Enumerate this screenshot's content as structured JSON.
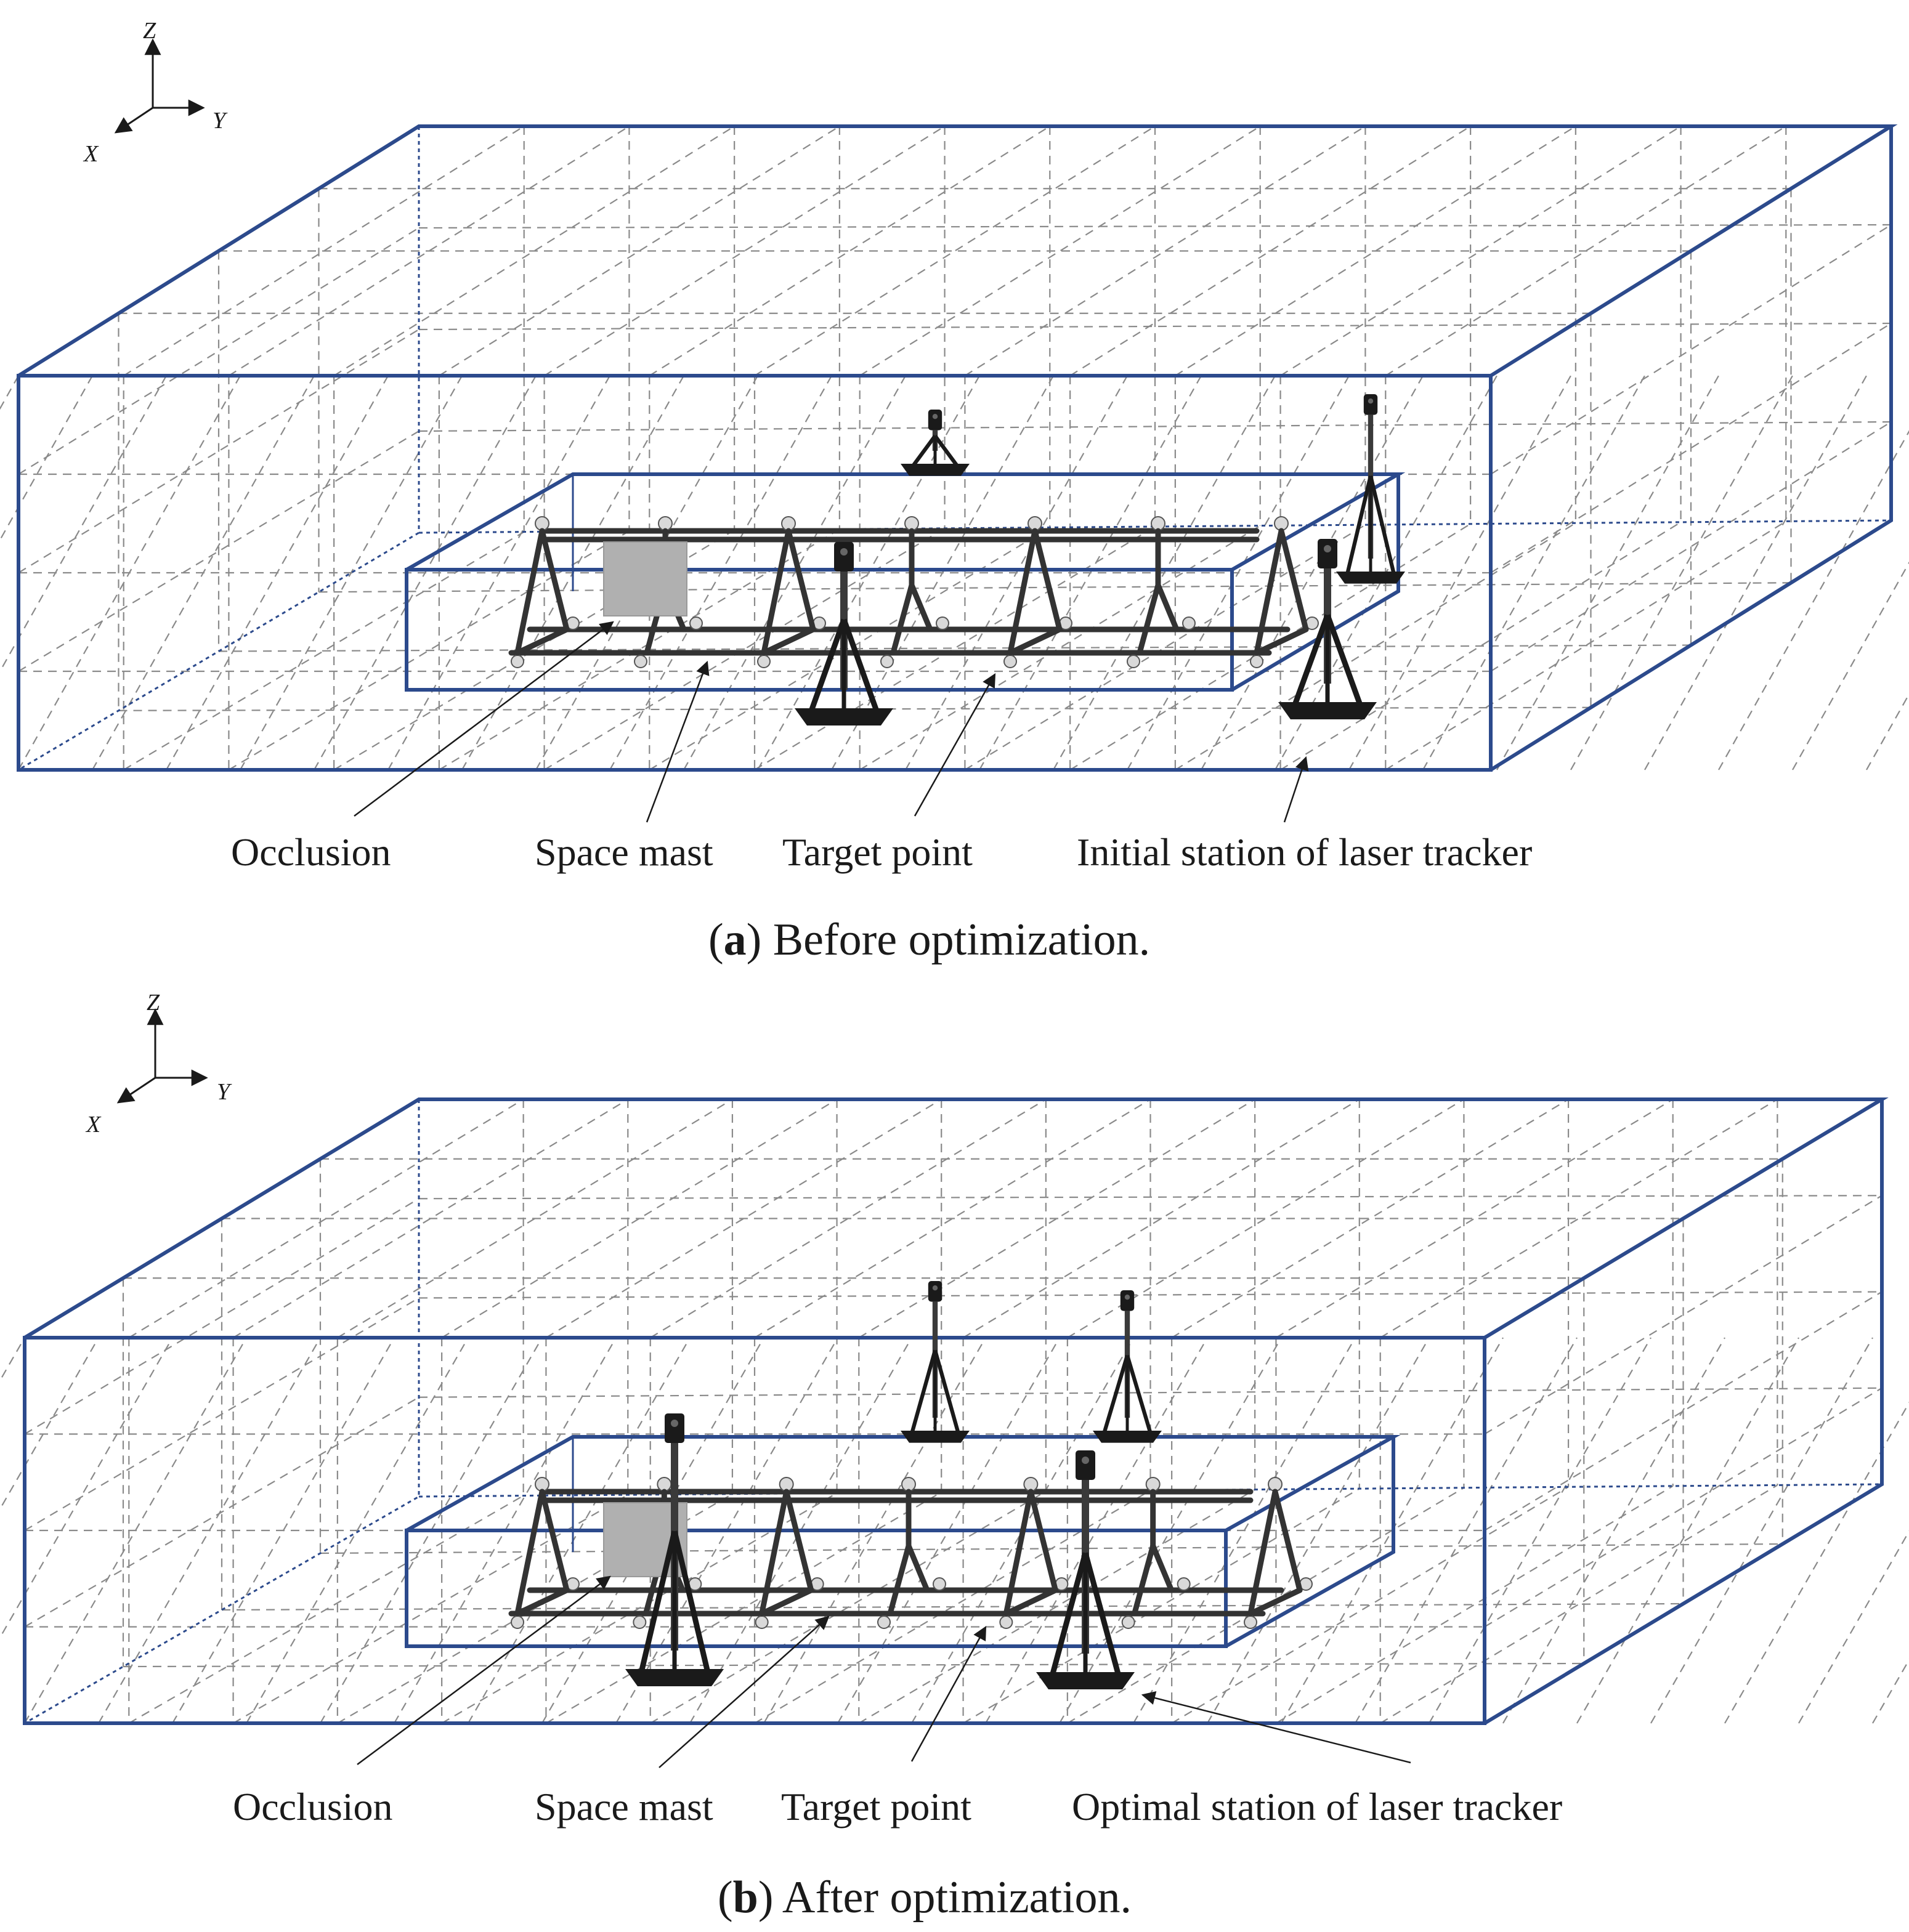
{
  "axes": {
    "z": "Z",
    "y": "Y",
    "x": "X"
  },
  "panel_a": {
    "caption_letter": "a",
    "caption_text": ") Before optimization.",
    "labels": {
      "occlusion": "Occlusion",
      "space_mast": "Space mast",
      "target_point": "Target point",
      "station": "Initial station of laser tracker"
    }
  },
  "panel_b": {
    "caption_letter": "b",
    "caption_text": ") After optimization.",
    "labels": {
      "occlusion": "Occlusion",
      "space_mast": "Space mast",
      "target_point": "Target point",
      "station": "Optimal station of laser tracker"
    }
  },
  "colors": {
    "frame": "#2c4a8c",
    "grid": "#8a8a8a",
    "mast": "#333333",
    "occlusion": "#b0b0b0",
    "tracker": "#1a1a1a"
  }
}
